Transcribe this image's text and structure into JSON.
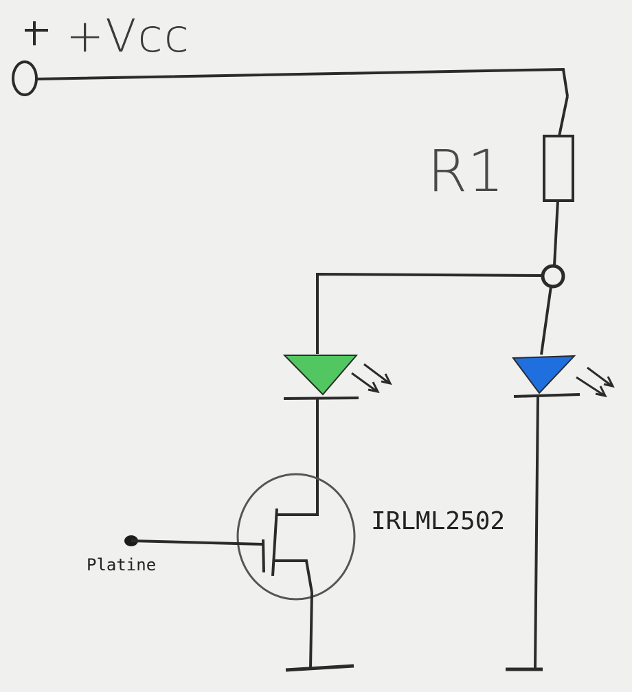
{
  "labels": {
    "supply": "+Vcc",
    "resistor": "R1",
    "transistor": "IRLML2502",
    "input": "Platine"
  },
  "colors": {
    "wire": "#2b2b2b",
    "green_led": "#52c761",
    "blue_led": "#1f6fde",
    "paper": "#f0f0ee"
  },
  "icons": {
    "supply_terminal": "open-circle-terminal",
    "resistor": "rectangle-resistor",
    "junction": "node-dot",
    "green_led": "led-triangle-green",
    "blue_led": "led-triangle-blue",
    "transistor": "mosfet-symbol",
    "input_dot": "filled-dot",
    "ground_left": "ground-bar",
    "ground_right": "ground-bar"
  }
}
